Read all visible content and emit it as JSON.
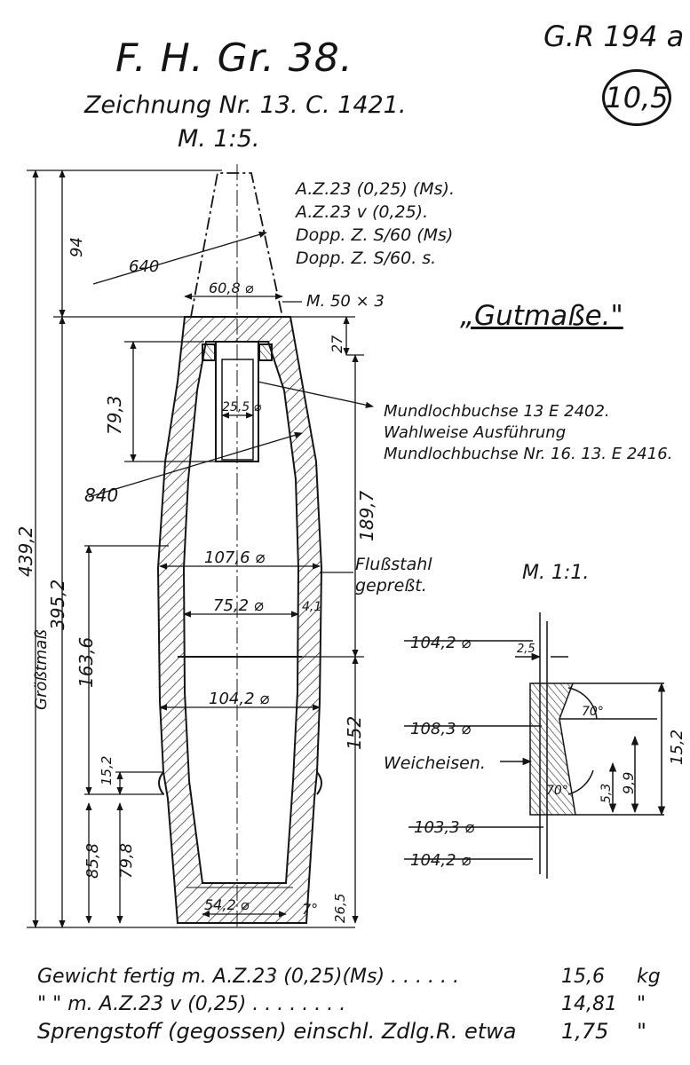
{
  "header": {
    "title": "F. H. Gr. 38.",
    "drawing_no": "Zeichnung Nr. 13. C. 1421.",
    "scale": "M. 1:5.",
    "gr_ref": "G.R 194 a",
    "caliber": "10,5"
  },
  "fuzes": [
    "A.Z.23 (0,25) (Ms).",
    "A.Z.23 v (0,25).",
    "Dopp. Z. S/60 (Ms)",
    "Dopp. Z. S/60. s."
  ],
  "gutmasse": "„Gutmaße.\"",
  "mundloch": [
    "Mundlochbuchse 13 E 2402.",
    "Wahlweise Ausführung",
    "Mundlochbuchse Nr. 16. 13. E 2416."
  ],
  "material": [
    "Flußstahl",
    "gepreßt."
  ],
  "detail": {
    "scale": "M. 1:1.",
    "weicheisen": "Weicheisen.",
    "dims": [
      "104,2 ⌀",
      "108,3 ⌀",
      "103,3 ⌀",
      "104,2 ⌀",
      "2,5",
      "70°",
      "70°",
      "9,9",
      "5,3",
      "15,2"
    ]
  },
  "dimensions": {
    "d94": "94",
    "r640": "640",
    "d60": "60,8 ⌀",
    "m50": "M. 50 × 3",
    "d27": "27",
    "d793": "79,3",
    "d255": "25,5 ⌀",
    "r840": "840",
    "d1897": "189,7",
    "d3952": "395,2",
    "d4392": "439,2",
    "grossmass": "Größtmaß",
    "d1076": "107,6 ⌀",
    "d752": "75,2 ⌀",
    "d41": "4,1",
    "d1636": "163,6",
    "d1042": "104,2 ⌀",
    "d152a": "152",
    "d152b": "15,2",
    "d858": "85,8",
    "d798": "79,8",
    "d542": "54,2 ⌀",
    "d7": "7°",
    "d265": "26,5"
  },
  "weights": [
    {
      "label": "Gewicht fertig  m. A.Z.23 (0,25)(Ms)  . . . . . .",
      "value": "15,6",
      "unit": "kg"
    },
    {
      "label": "  \"          \"       m. A.Z.23 v (0,25) . . . . . . . .",
      "value": "14,81",
      "unit": "\""
    },
    {
      "label": "Sprengstoff (gegossen) einschl. Zdlg.R. etwa",
      "value": "1,75",
      "unit": "\""
    }
  ]
}
